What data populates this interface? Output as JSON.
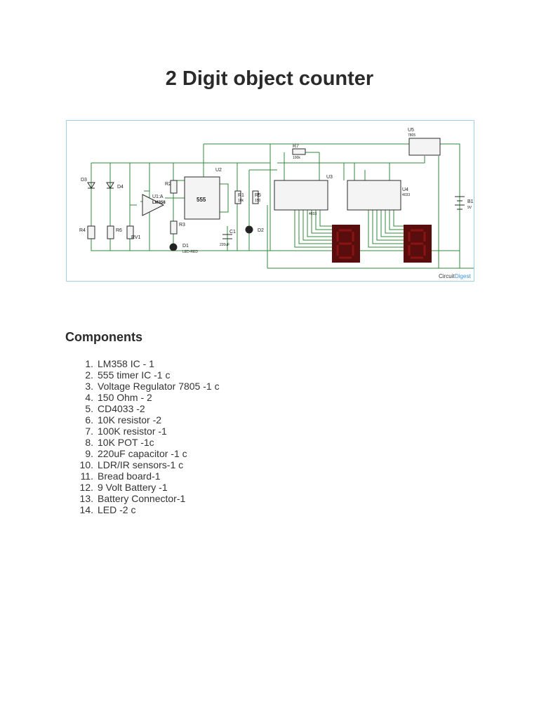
{
  "page": {
    "title": "2 Digit object counter",
    "components_heading": "Components"
  },
  "components": [
    {
      "num": "1.",
      "text": "LM358 IC - 1"
    },
    {
      "num": "2.",
      "text": "555 timer IC -1 c"
    },
    {
      "num": "3.",
      "text": "Voltage Regulator 7805 -1 c"
    },
    {
      "num": "4.",
      "text": "150 Ohm - 2"
    },
    {
      "num": "5.",
      "text": "CD4033 -2"
    },
    {
      "num": "6.",
      "text": "10K resistor -2"
    },
    {
      "num": "7.",
      "text": "100K resistor -1"
    },
    {
      "num": "8.",
      "text": "10K POT -1c"
    },
    {
      "num": "9.",
      "text": "220uF capacitor -1 c"
    },
    {
      "num": "10.",
      "text": "LDR/IR sensors-1 c"
    },
    {
      "num": "11.",
      "text": "Bread board-1"
    },
    {
      "num": "12.",
      "text": "9 Volt Battery -1"
    },
    {
      "num": "13.",
      "text": "Battery Connector-1"
    },
    {
      "num": "14.",
      "text": "LED -2 c"
    }
  ],
  "schematic": {
    "labels": {
      "d3": "D3",
      "d4": "D4",
      "u1": "U1:A",
      "lm358": "LM358",
      "r4": "R4",
      "r6": "R6",
      "rv1": "RV1",
      "r2": "R2",
      "r3": "R3",
      "d1": "D1",
      "u2": "U2",
      "ic555": "555",
      "r1": "R1",
      "c1": "C1",
      "r5": "R5",
      "d2": "D2",
      "r7": "R7",
      "u3": "U3",
      "u4": "U4",
      "u5": "U5",
      "b1": "B1",
      "val_10k": "10k",
      "val_150": "150",
      "val_100k": "100k",
      "val_220uf": "220uF",
      "val_9v": "9V",
      "led_red": "LED-RED",
      "ic_4033": "4033",
      "ic_7805": "7805"
    },
    "watermark_a": "Circuit",
    "watermark_b": "Digest",
    "colors": {
      "wire": "#2f8a3a",
      "part": "#2a2a2a",
      "segment": "#8a1414",
      "segment_bg": "#5a0d0d",
      "watermark_b": "#3b8fd6"
    }
  }
}
